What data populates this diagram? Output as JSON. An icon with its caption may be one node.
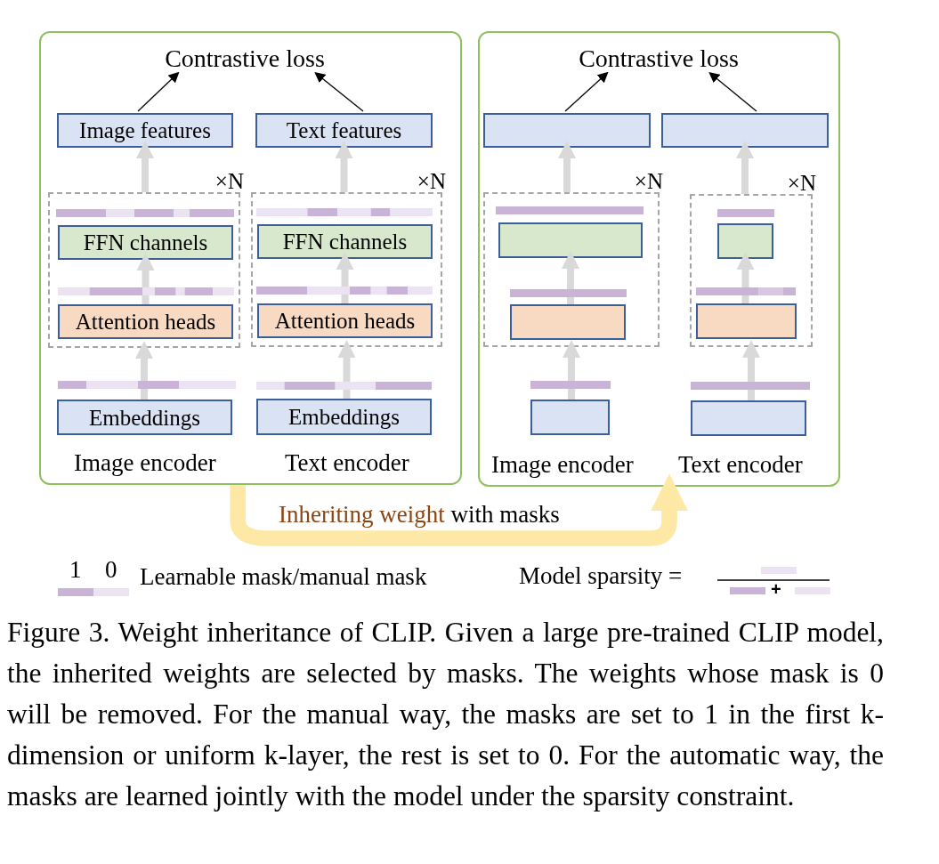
{
  "diagram": {
    "caption": "Figure 3. Weight inheritance of CLIP. Given a large pre-trained CLIP model, the inherited weights are selected by masks. The weights whose mask is 0 will be removed. For the manual way, the masks are set to 1 in the first k-dimension or uniform k-layer, the rest is set to 0. For the automatic way, the masks are learned jointly with the model under the sparsity constraint.",
    "nodes": [
      {
        "text": [],
        "shape": "box"
      },
      {
        "text": [
          "Contrastive loss"
        ],
        "in": 0
      },
      {
        "text": [
          "Image features"
        ],
        "in": 0
      },
      {
        "text": [
          "Text features"
        ],
        "in": 0
      },
      {
        "text": [
          "×N"
        ],
        "in": 0
      },
      {
        "text": [
          "FFN channels"
        ],
        "in": 4
      },
      {
        "text": [
          "Attention heads"
        ],
        "in": 4
      },
      {
        "text": [
          "×N"
        ],
        "in": 0
      },
      {
        "text": [
          "FFN channels"
        ],
        "in": 7
      },
      {
        "text": [
          "Attention heads"
        ],
        "in": 7
      },
      {
        "text": [
          "Embeddings"
        ],
        "in": 0
      },
      {
        "text": [
          "Embeddings"
        ],
        "in": 0
      },
      {
        "text": [],
        "shape": "box"
      },
      {
        "text": [
          "Contrastive loss"
        ],
        "in": 12
      },
      {
        "text": [],
        "shape": "box",
        "in": 12
      },
      {
        "text": [],
        "shape": "box",
        "in": 12
      },
      {
        "text": [
          "×N"
        ],
        "in": 12
      },
      {
        "text": [],
        "shape": "box",
        "in": 16
      },
      {
        "text": [],
        "shape": "box",
        "in": 16
      },
      {
        "text": [
          "×N"
        ],
        "in": 12
      },
      {
        "text": [],
        "shape": "box",
        "in": 19
      },
      {
        "text": [],
        "shape": "box",
        "in": 19
      },
      {
        "text": [],
        "shape": "box",
        "in": 12
      },
      {
        "text": [],
        "shape": "box",
        "in": 12
      }
    ],
    "edges": [
      {
        "from": 2,
        "to": 1,
        "arrow": "to",
        "color": "#000000"
      },
      {
        "from": 3,
        "to": 1,
        "arrow": "to",
        "color": "#000000"
      },
      {
        "from": 10,
        "to": 4,
        "arrow": "to"
      },
      {
        "from": 6,
        "to": 5,
        "arrow": "to"
      },
      {
        "from": 4,
        "to": 2,
        "arrow": "to"
      },
      {
        "from": 11,
        "to": 7,
        "arrow": "to"
      },
      {
        "from": 9,
        "to": 8,
        "arrow": "to"
      },
      {
        "from": 7,
        "to": 3,
        "arrow": "to"
      },
      {
        "from": 14,
        "to": 13,
        "arrow": "to",
        "color": "#000000"
      },
      {
        "from": 15,
        "to": 13,
        "arrow": "to",
        "color": "#000000"
      },
      {
        "from": 22,
        "to": 16,
        "arrow": "to"
      },
      {
        "from": 18,
        "to": 17,
        "arrow": "to"
      },
      {
        "from": 16,
        "to": 14,
        "arrow": "to"
      },
      {
        "from": 23,
        "to": 19,
        "arrow": "to"
      },
      {
        "from": 21,
        "to": 20,
        "arrow": "to"
      },
      {
        "from": 19,
        "to": 15,
        "arrow": "to"
      },
      {
        "from": 0,
        "to": 12,
        "arrow": "to",
        "label": "Inheriting weight with masks",
        "style": "thick",
        "color": "#fde8a6"
      }
    ],
    "labels": [
      "Image encoder",
      "Text encoder",
      "Image encoder",
      "Text encoder",
      "Learnable mask/manual mask",
      "Model sparsity =",
      "+"
    ],
    "legend": [
      {
        "text": "1",
        "color": "#c9b3d6"
      },
      {
        "text": "0",
        "color": "#ece3f2"
      }
    ]
  }
}
